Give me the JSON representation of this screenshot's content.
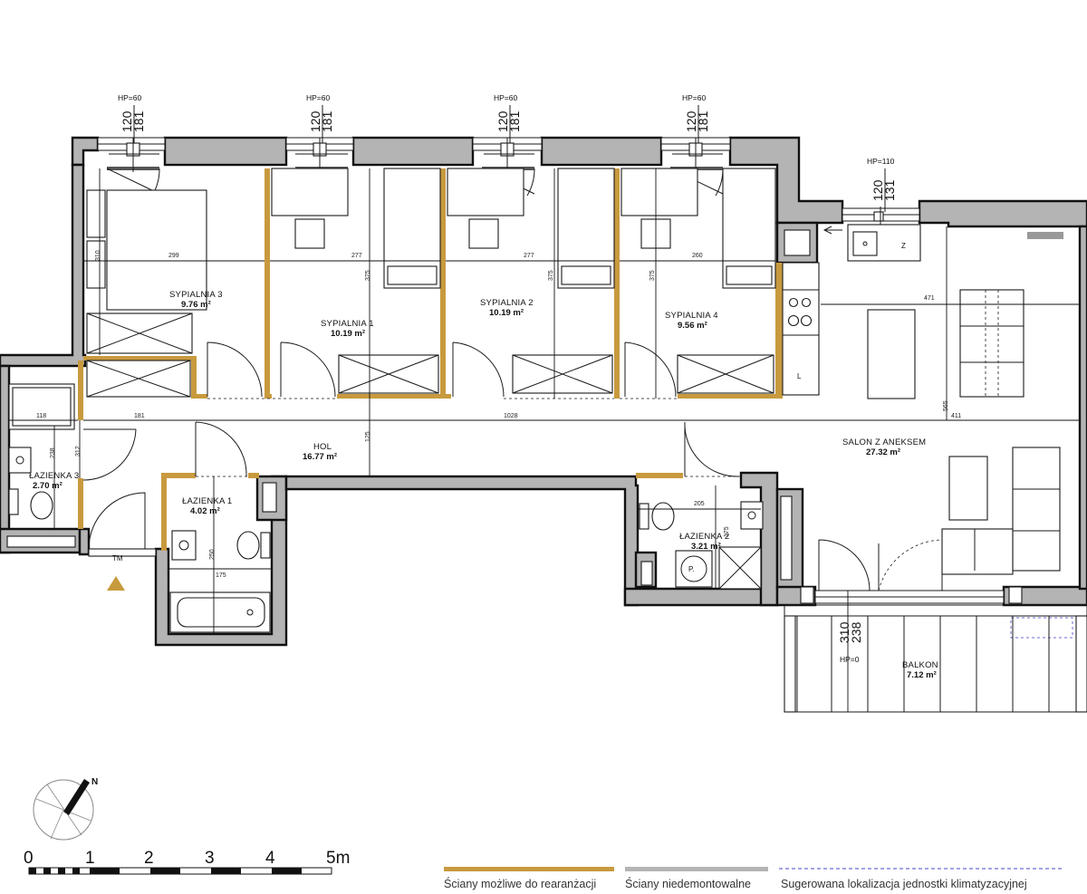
{
  "rooms": {
    "sypialnia3": {
      "name": "SYPIALNIA 3",
      "area": "9.76 m²"
    },
    "sypialnia1": {
      "name": "SYPIALNIA 1",
      "area": "10.19 m²"
    },
    "sypialnia2": {
      "name": "SYPIALNIA 2",
      "area": "10.19 m²"
    },
    "sypialnia4": {
      "name": "SYPIALNIA 4",
      "area": "9.56 m²"
    },
    "hol": {
      "name": "HOL",
      "area": "16.77 m²"
    },
    "lazienka3": {
      "name": "ŁAZIENKA 3",
      "area": "2.70 m²"
    },
    "lazienka1": {
      "name": "ŁAZIENKA 1",
      "area": "4.02 m²"
    },
    "lazienka2": {
      "name": "ŁAZIENKA 2",
      "area": "3.21 m²"
    },
    "salon": {
      "name": "SALON Z ANEKSEM",
      "area": "27.32 m²"
    },
    "balkon": {
      "name": "BALKON",
      "area": "7.12 m²"
    }
  },
  "windows": {
    "w1": {
      "hp": "HP=60",
      "w": "120",
      "h": "181"
    },
    "w2": {
      "hp": "HP=60",
      "w": "120",
      "h": "181"
    },
    "w3": {
      "hp": "HP=60",
      "w": "120",
      "h": "181"
    },
    "w4": {
      "hp": "HP=60",
      "w": "120",
      "h": "181"
    },
    "w5": {
      "hp": "HP=110",
      "w": "120",
      "h": "131"
    },
    "balcony": {
      "hp": "HP=0",
      "w": "310",
      "h": "238"
    }
  },
  "dimensions": {
    "s3_width": "299",
    "s3_depth": "310",
    "s1_width": "277",
    "s1_depth": "375",
    "s2_width": "277",
    "s2_depth": "375",
    "s4_width": "260",
    "s4_depth": "375",
    "hall_left": "181",
    "hall_main": "1028",
    "hall_right": "411",
    "hall_depth": "125",
    "salon_width": "471",
    "salon_depth": "565",
    "laz3_width": "118",
    "laz3_depth": "238",
    "corridor_depth": "312",
    "laz1_width": "175",
    "laz1_depth": "250",
    "laz2_width": "205",
    "laz2_depth": "175"
  },
  "labels": {
    "tm": "TM",
    "kitchen_l": "L",
    "kitchen_z": "Z",
    "pralka": "P."
  },
  "compass": {
    "north": "N"
  },
  "scale": {
    "ticks": [
      "0",
      "1",
      "2",
      "3",
      "4",
      "5m"
    ]
  },
  "legend": {
    "rearrange": "Ściany możliwe do rearanżacji",
    "fixed": "Ściany niedemontowalne",
    "ac": "Sugerowana lokalizacja jednostki klimatyzacyjnej"
  },
  "colors": {
    "rearrangeable_wall": "#c89a3e",
    "fixed_wall": "#b4b4b4",
    "ac_marker": "#6b6bd6"
  }
}
